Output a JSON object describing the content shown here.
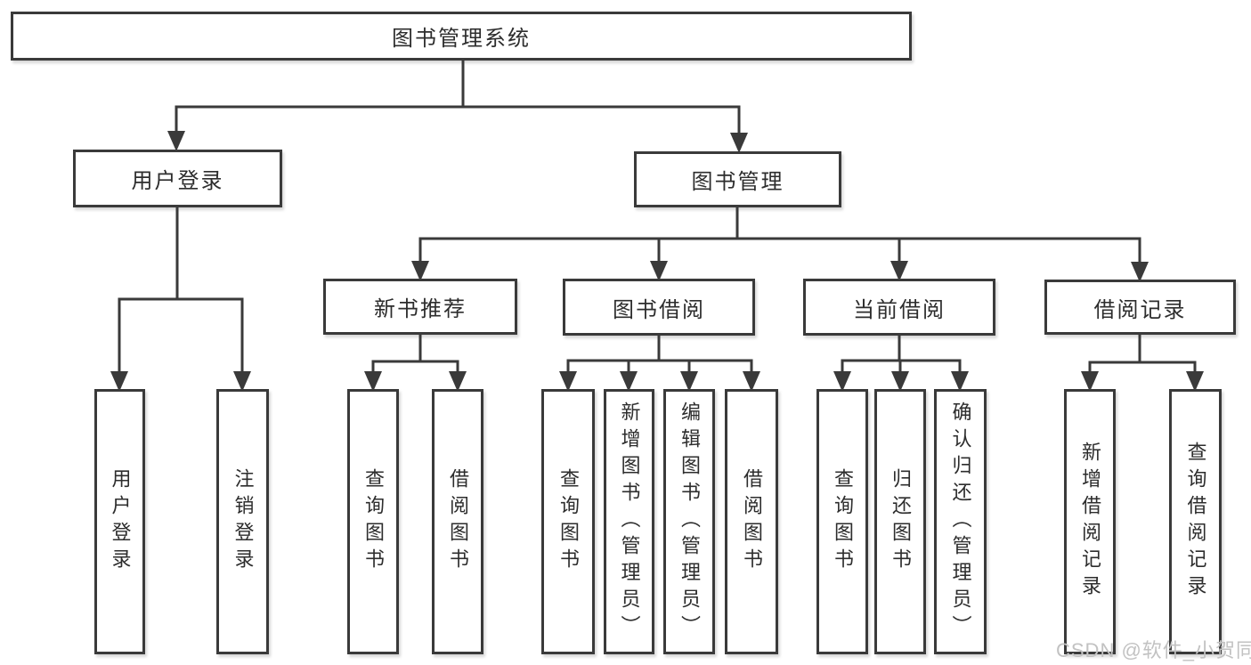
{
  "colors": {
    "line": "#3a3a3a",
    "box_border": "#3a3a3a",
    "text": "#2d2d2d",
    "background": "#ffffff",
    "watermark": "#c2c2c2"
  },
  "nodes": {
    "root": "图书管理系统",
    "user_login": "用户登录",
    "book_mgmt": "图书管理",
    "new_book_rec": "新书推荐",
    "book_borrow": "图书借阅",
    "current_borrow": "当前借阅",
    "borrow_records": "借阅记录",
    "leaf_user_login": "用户登录",
    "leaf_logout": "注销登录",
    "leaf_nb_query": "查询图书",
    "leaf_nb_borrow": "借阅图书",
    "leaf_bb_query": "查询图书",
    "leaf_bb_add": "新增图书（管理员）",
    "leaf_bb_edit": "编辑图书（管理员）",
    "leaf_bb_borrow": "借阅图书",
    "leaf_cb_query": "查询图书",
    "leaf_cb_return": "归还图书",
    "leaf_cb_confirm": "确认归还（管理员）",
    "leaf_br_add": "新增借阅记录",
    "leaf_br_query": "查询借阅记录"
  },
  "watermark": "CSDN @软件_小贺同学"
}
